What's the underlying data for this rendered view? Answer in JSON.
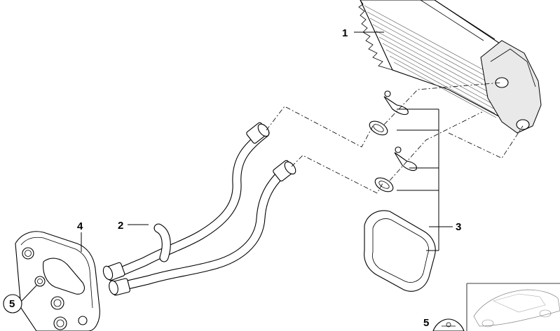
{
  "diagram": {
    "callouts": [
      {
        "id": "heater-core",
        "label": "1"
      },
      {
        "id": "heater-pipes",
        "label": "2"
      },
      {
        "id": "seals-clips",
        "label": "3"
      },
      {
        "id": "gasket-plate",
        "label": "4"
      },
      {
        "id": "screw-left",
        "label": "5"
      },
      {
        "id": "screw-inset",
        "label": "5"
      }
    ]
  }
}
